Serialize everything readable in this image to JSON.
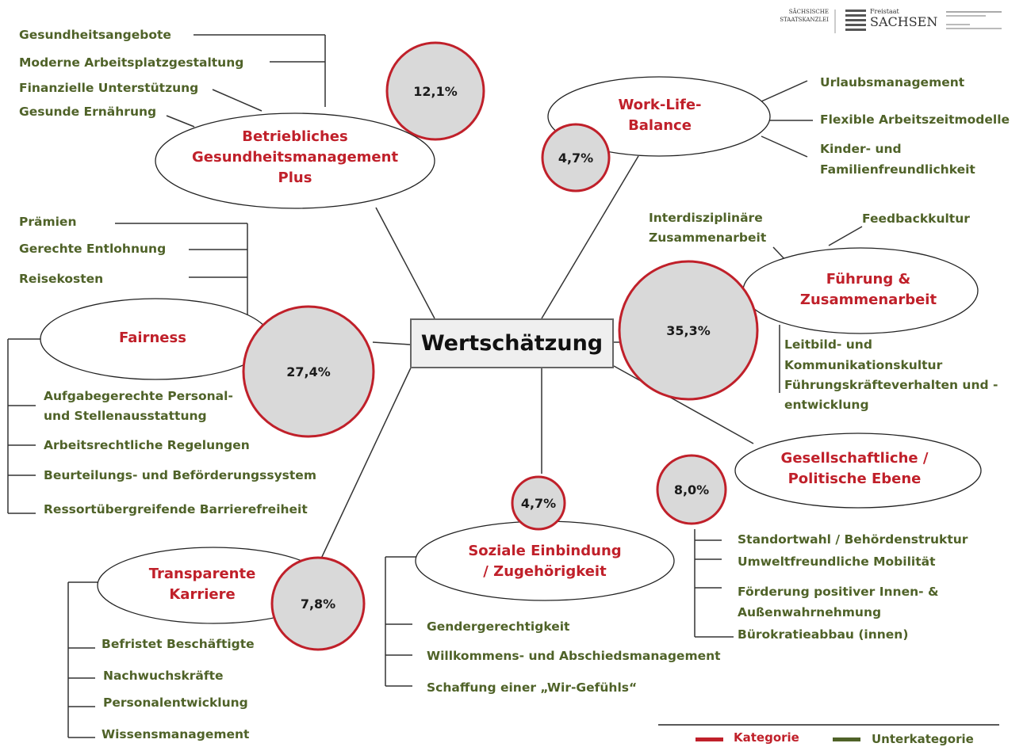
{
  "header": {
    "kanzlei_line1": "SÄCHSISCHE",
    "kanzlei_line2": "STAATSKANZLEI",
    "freistaat": "Freistaat",
    "sachsen": "SACHSEN"
  },
  "center": {
    "label": "Wertschätzung"
  },
  "categories": [
    {
      "id": "bgm",
      "label": "Betriebliches\nGesundheitsmanagement\nPlus",
      "percent": "12,1%"
    },
    {
      "id": "wlb",
      "label": "Work-Life-\nBalance",
      "percent": "4,7%"
    },
    {
      "id": "fuehrung",
      "label": "Führung &\nZusammenarbeit",
      "percent": "35,3%"
    },
    {
      "id": "fairness",
      "label": "Fairness",
      "percent": "27,4%"
    },
    {
      "id": "gesellschaft",
      "label": "Gesellschaftliche /\nPolitische Ebene",
      "percent": "8,0%"
    },
    {
      "id": "sozial",
      "label": "Soziale Einbindung\n/ Zugehörigkeit",
      "percent": "4,7%"
    },
    {
      "id": "karriere",
      "label": "Transparente\nKarriere",
      "percent": "7,8%"
    }
  ],
  "subcategories": {
    "bgm": [
      "Gesundheitsangebote",
      "Moderne Arbeitsplatzgestaltung",
      "Finanzielle Unterstützung",
      "Gesunde Ernährung"
    ],
    "wlb": [
      "Urlaubsmanagement",
      "Flexible Arbeitszeitmodelle",
      "Kinder- und",
      "Familienfreundlichkeit"
    ],
    "fuehrung": [
      "Interdisziplinäre",
      "Zusammenarbeit",
      "Feedbackkultur",
      "Leitbild- und",
      "Kommunikationskultur",
      "Führungskräfteverhalten und -",
      "entwicklung"
    ],
    "fairness": [
      "Prämien",
      "Gerechte Entlohnung",
      "Reisekosten",
      "Aufgabegerechte Personal-",
      "und Stellenausstattung",
      "Arbeitsrechtliche Regelungen",
      "Beurteilungs- und Beförderungssystem",
      "Ressortübergreifende Barrierefreiheit"
    ],
    "gesellschaft": [
      "Standortwahl / Behördenstruktur",
      "Umweltfreundliche Mobilität",
      "Förderung positiver Innen- &",
      "Außenwahrnehmung",
      "Bürokratieabbau (innen)"
    ],
    "sozial": [
      "Gendergerechtigkeit",
      "Willkommens- und Abschiedsmanagement",
      "Schaffung einer „Wir-Gefühls“"
    ],
    "karriere": [
      "Befristet Beschäftigte",
      "Nachwuchskräfte",
      "Personalentwicklung",
      "Wissensmanagement"
    ]
  },
  "legend": {
    "kategorie": "Kategorie",
    "unterkategorie": "Unterkategorie"
  },
  "colors": {
    "category": "#c0202a",
    "subcategory": "#4f6228",
    "circle_fill": "#d9d9d9"
  }
}
